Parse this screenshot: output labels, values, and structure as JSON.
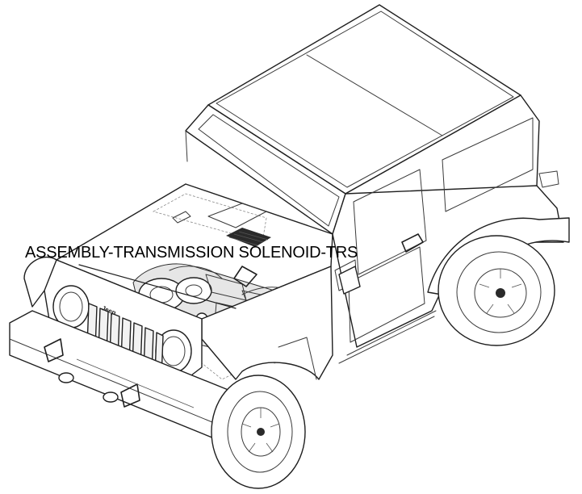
{
  "callout": {
    "label": "ASSEMBLY-TRANSMISSION SOLENOID-TRS"
  },
  "hood_badge": "Jeep",
  "colors": {
    "line": "#1f1f1f",
    "background": "#ffffff",
    "engine_fill": "#e6e6e6"
  },
  "icons": [
    "vehicle-outline-illustration",
    "engine-assembly-illustration",
    "wiring-harness-illustration"
  ]
}
